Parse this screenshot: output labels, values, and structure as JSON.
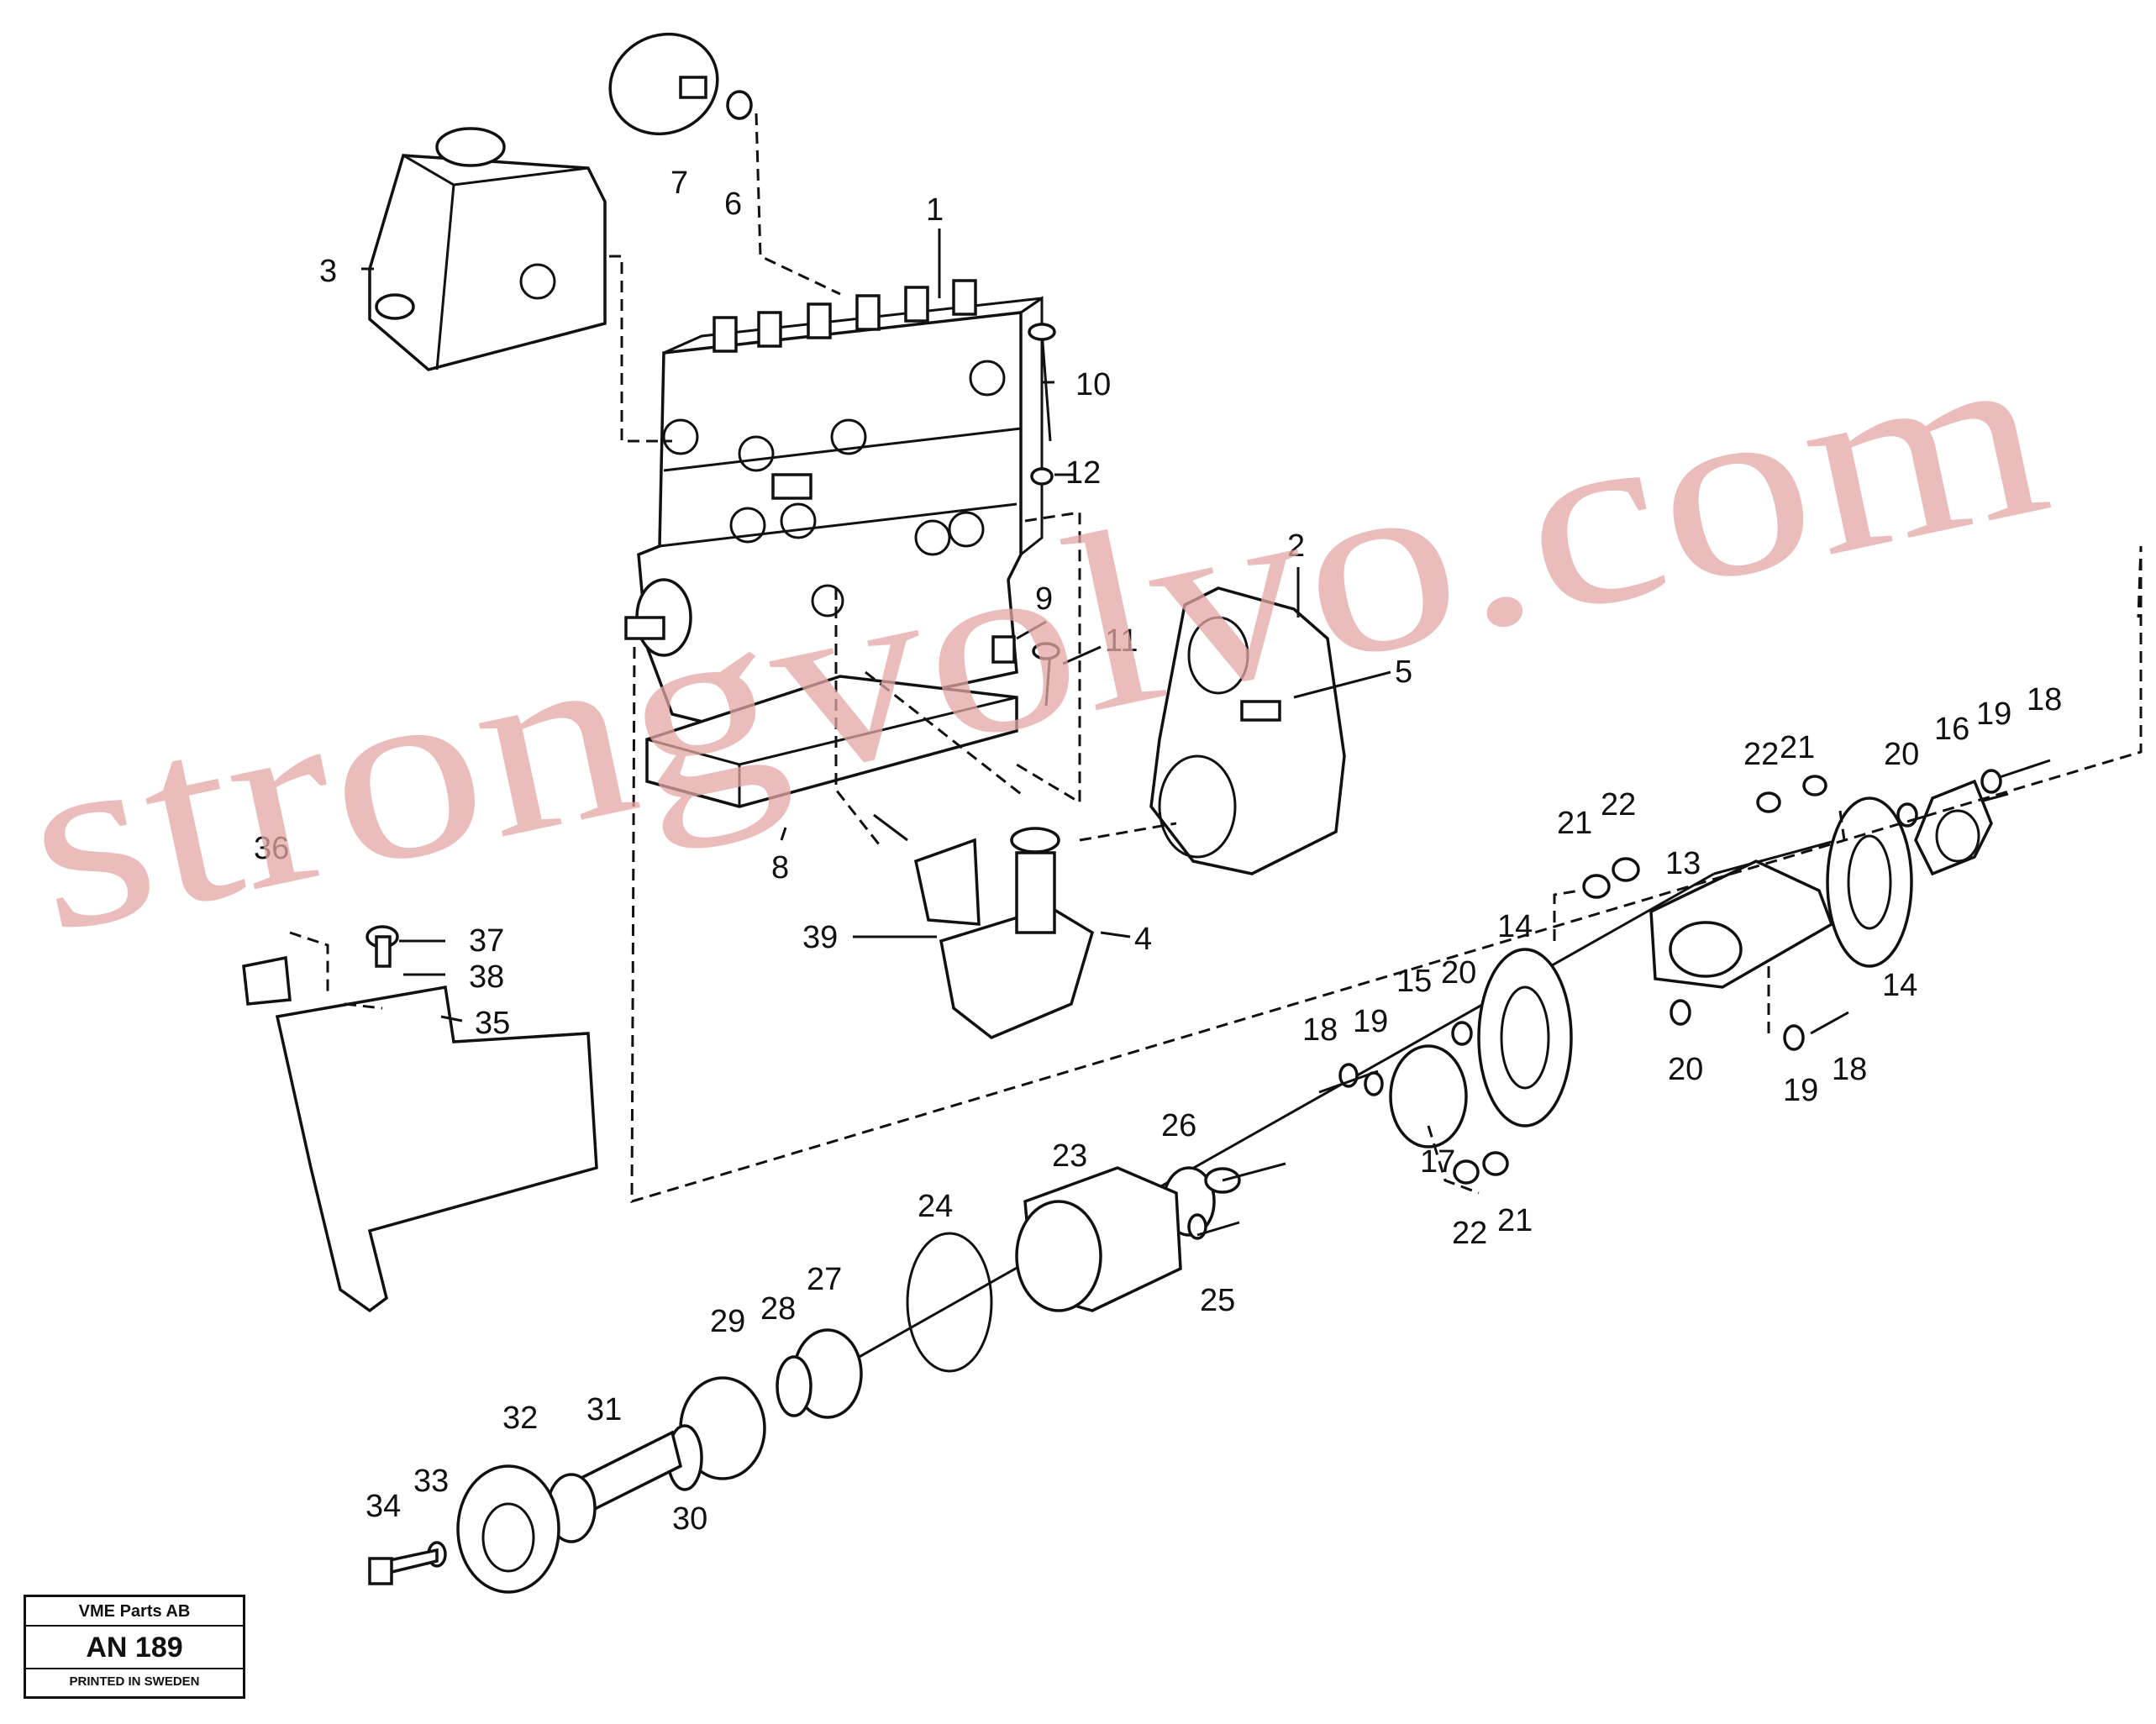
{
  "watermark": "strongvolvo.com",
  "stamp": {
    "company": "VME Parts AB",
    "code": "AN 189",
    "printed": "PRINTED IN SWEDEN"
  },
  "callouts": [
    "1",
    "2",
    "3",
    "4",
    "5",
    "6",
    "7",
    "8",
    "9",
    "10",
    "11",
    "12",
    "13",
    "14",
    "14",
    "15",
    "16",
    "17",
    "18",
    "18",
    "18",
    "19",
    "19",
    "19",
    "20",
    "20",
    "20",
    "21",
    "21",
    "21",
    "22",
    "22",
    "22",
    "23",
    "24",
    "25",
    "26",
    "27",
    "28",
    "29",
    "30",
    "31",
    "32",
    "33",
    "34",
    "35",
    "36",
    "37",
    "38",
    "39"
  ]
}
